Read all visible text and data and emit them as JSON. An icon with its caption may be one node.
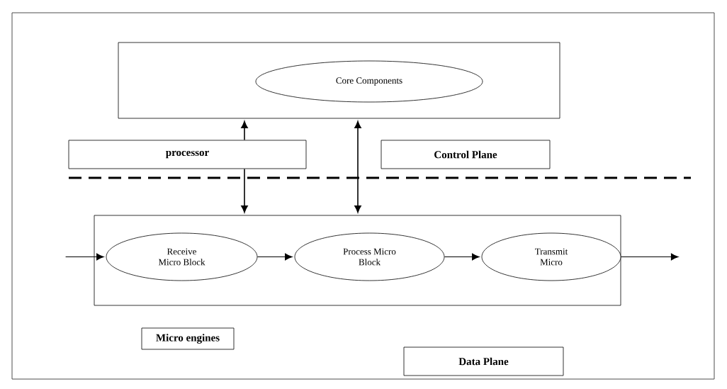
{
  "diagram": {
    "nodes": [
      {
        "text": [],
        "shape": "box"
      },
      {
        "text": [
          "Core Components"
        ],
        "in": 0
      },
      {
        "text": [
          "processor"
        ]
      },
      {
        "text": [
          "Control Plane"
        ]
      },
      {
        "text": [],
        "shape": "box"
      },
      {
        "text": [
          "Receive Micro Block"
        ],
        "in": 4
      },
      {
        "text": [
          "Process Micro Block"
        ],
        "in": 4
      },
      {
        "text": [
          "Transmit Micro"
        ],
        "in": 4
      },
      {
        "text": [
          "Micro engines"
        ]
      },
      {
        "text": [
          "Data Plane"
        ]
      }
    ],
    "edges": [
      {
        "from": 2,
        "to": 0,
        "arrow": "to"
      },
      {
        "from": 2,
        "to": 4,
        "arrow": "to"
      },
      {
        "from": 4,
        "to": 0,
        "arrow": "both"
      },
      {
        "from": null,
        "to": 5,
        "arrow": "to"
      },
      {
        "from": 5,
        "to": 6,
        "arrow": "to"
      },
      {
        "from": 6,
        "to": 7,
        "arrow": "to"
      },
      {
        "from": 7,
        "to": null,
        "arrow": "to"
      }
    ]
  }
}
